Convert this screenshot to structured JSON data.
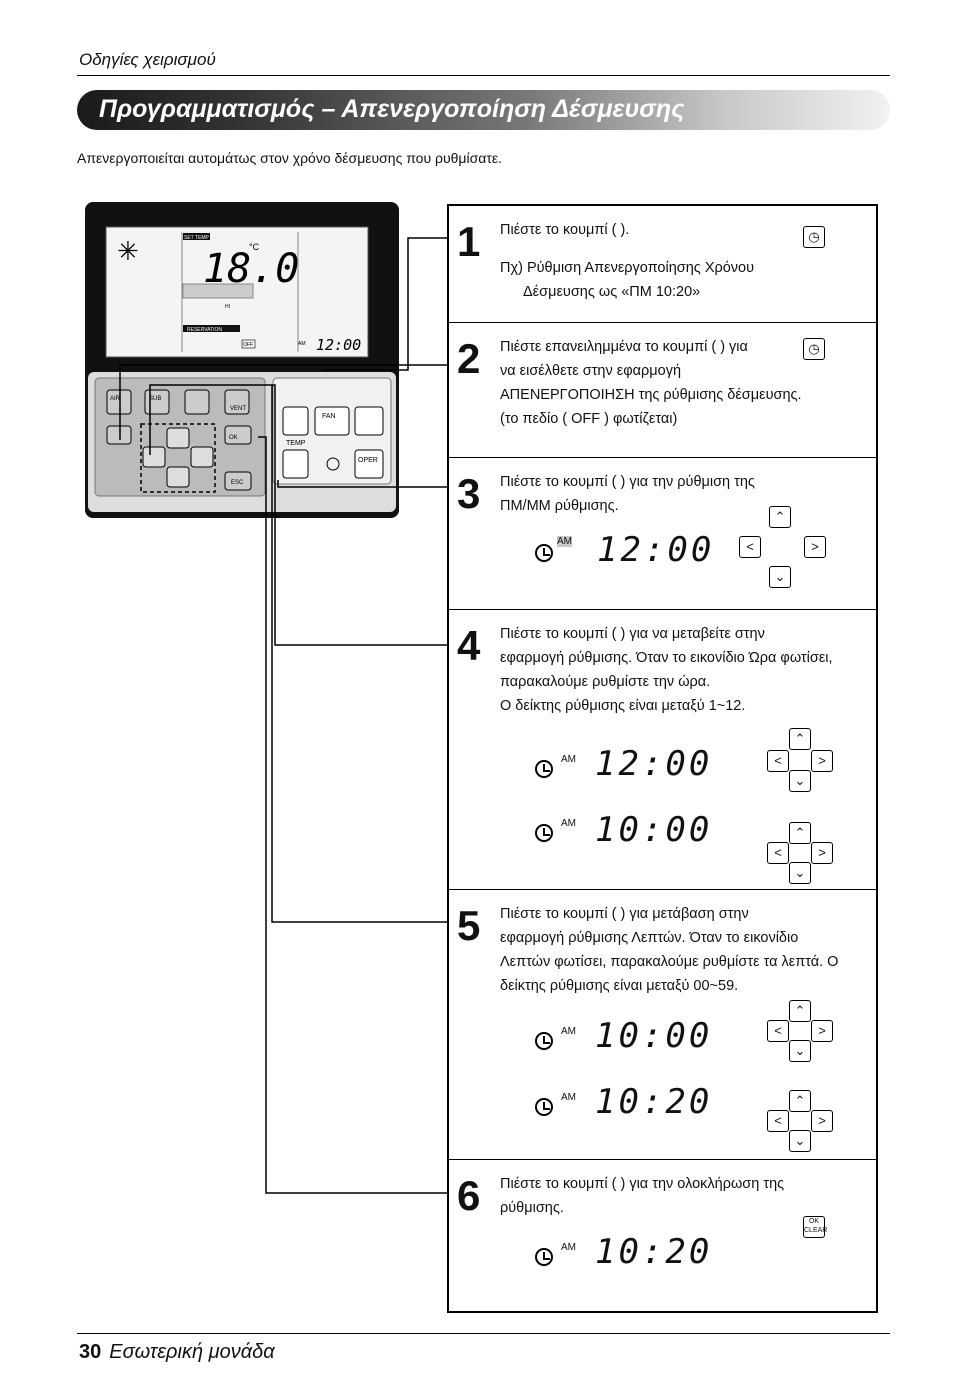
{
  "header": {
    "section": "Οδηγίες χειρισμού"
  },
  "title": "Προγραμματισμός – Απενεργοποίηση Δέσμευσης",
  "intro": "Απενεργοποιείται αυτομάτως στον χρόνο δέσμευσης που ρυθμίσατε.",
  "remote": {
    "set_temp": "SET TEMP",
    "temp_value": "18.0",
    "temp_unit": "°C",
    "hi": "HI",
    "reservation": "RESERVATION",
    "off": "OFF",
    "am": "AM",
    "clock": "12:00",
    "buttons": {
      "air_flow": "AIR FLOW",
      "sub_func": "SUB FUNC",
      "vent": "VENT",
      "ok_clear": "OK CLEAR",
      "esc": "ESC",
      "fan_speed": "FAN SPEED",
      "temp": "TEMP",
      "oper_mode": "OPER MODE"
    }
  },
  "steps": [
    {
      "num": "1",
      "lines": [
        "Πιέστε το κουμπί ( ).",
        "Πχ) Ρύθμιση Απενεργοποίησης Χρόνου",
        "Δέσμευσης ως «ΠΜ 10:20»"
      ]
    },
    {
      "num": "2",
      "lines": [
        "Πιέστε επανειλημμένα το κουμπί ( ) για",
        "να εισέλθετε στην εφαρμογή",
        "ΑΠΕΝΕΡΓΟΠΟΙΗΣΗ της ρύθμισης δέσμευσης.",
        "(το πεδίο ( OFF ) φωτίζεται)"
      ]
    },
    {
      "num": "3",
      "lines": [
        "Πιέστε το κουμπί ( ) για την ρύθμιση της",
        "ΠΜ/ΜΜ ρύθμισης."
      ],
      "displays": [
        {
          "am": "AM",
          "time": "12:00"
        }
      ]
    },
    {
      "num": "4",
      "lines": [
        "Πιέστε το κουμπί ( ) για να μεταβείτε στην",
        "εφαρμογή ρύθμισης. Όταν το εικονίδιο Ώρα φωτίσει,",
        "παρακαλούμε ρυθμίστε την ώρα.",
        "Ο δείκτης ρύθμισης είναι μεταξύ 1~12."
      ],
      "displays": [
        {
          "am": "AM",
          "time": "12:00"
        },
        {
          "am": "AM",
          "time": "10:00"
        }
      ]
    },
    {
      "num": "5",
      "lines": [
        "Πιέστε το κουμπί ( ) για μετάβαση στην",
        "εφαρμογή ρύθμισης Λεπτών. Όταν το εικονίδιο",
        "Λεπτών φωτίσει, παρακαλούμε ρυθμίστε τα λεπτά. Ο",
        "δείκτης ρύθμισης είναι μεταξύ 00~59."
      ],
      "displays": [
        {
          "am": "AM",
          "time": "10:00"
        },
        {
          "am": "AM",
          "time": "10:20"
        }
      ]
    },
    {
      "num": "6",
      "lines": [
        "Πιέστε το κουμπί ( ) για την ολοκλήρωση της",
        "ρύθμισης."
      ],
      "displays": [
        {
          "am": "AM",
          "time": "10:20"
        }
      ]
    }
  ],
  "footer": {
    "page": "30",
    "label": "Εσωτερική μονάδα"
  }
}
